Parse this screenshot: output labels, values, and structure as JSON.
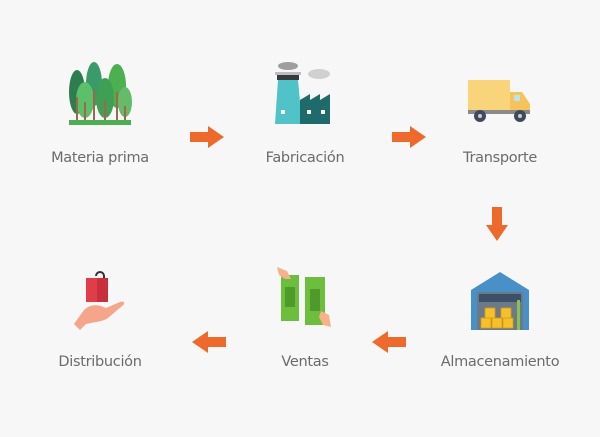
{
  "steps": [
    {
      "label": "Materia prima",
      "icon": "forest-icon"
    },
    {
      "label": "Fabricación",
      "icon": "factory-icon"
    },
    {
      "label": "Transporte",
      "icon": "truck-icon"
    },
    {
      "label": "Almacenamiento",
      "icon": "warehouse-icon"
    },
    {
      "label": "Ventas",
      "icon": "money-icon"
    },
    {
      "label": "Distribución",
      "icon": "hand-bag-icon"
    }
  ],
  "colors": {
    "arrow": "#ee6a2c",
    "label": "#6b6b6b",
    "background": "#f7f7f7"
  }
}
